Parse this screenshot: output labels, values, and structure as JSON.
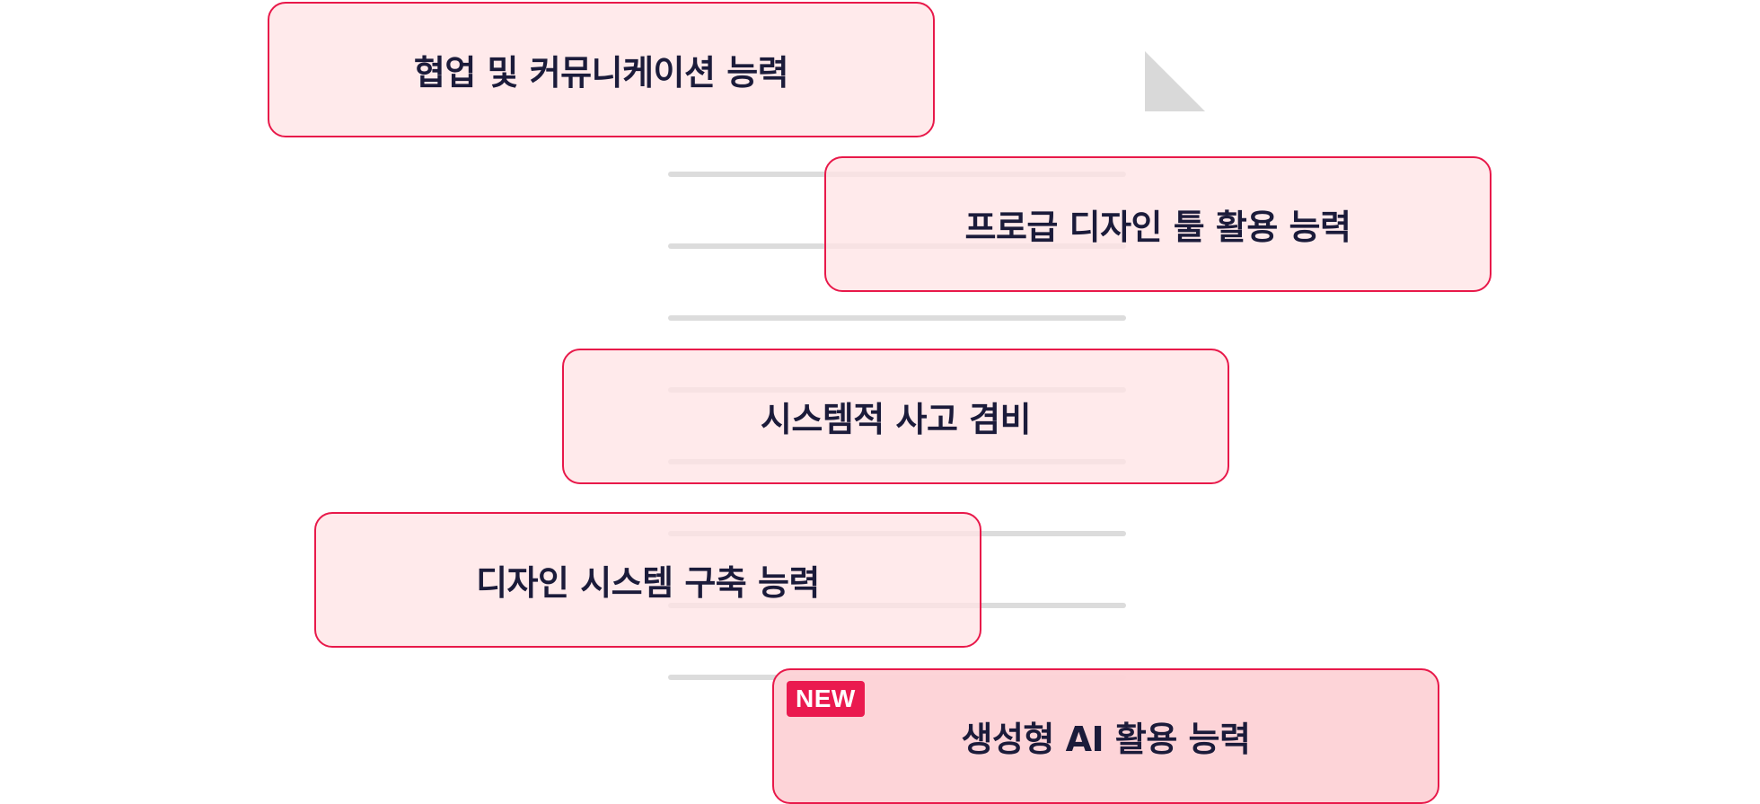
{
  "document": {
    "line_count": 8
  },
  "cards": {
    "collaboration": {
      "label": "협업 및 커뮤니케이션 능력"
    },
    "pro_design_tools": {
      "label": "프로급 디자인 툴 활용 능력"
    },
    "systems_thinking": {
      "label": "시스템적 사고 겸비"
    },
    "design_system": {
      "label": "디자인 시스템 구축 능력"
    },
    "generative_ai": {
      "label": "생성형 AI 활용 능력",
      "badge": "NEW"
    }
  },
  "colors": {
    "accent": "#e8194a",
    "card_fill": "#ffe4e5",
    "card_fill_highlight": "#fdd2d6",
    "text": "#1b1b3a",
    "doc_line": "#dcdcdc"
  }
}
